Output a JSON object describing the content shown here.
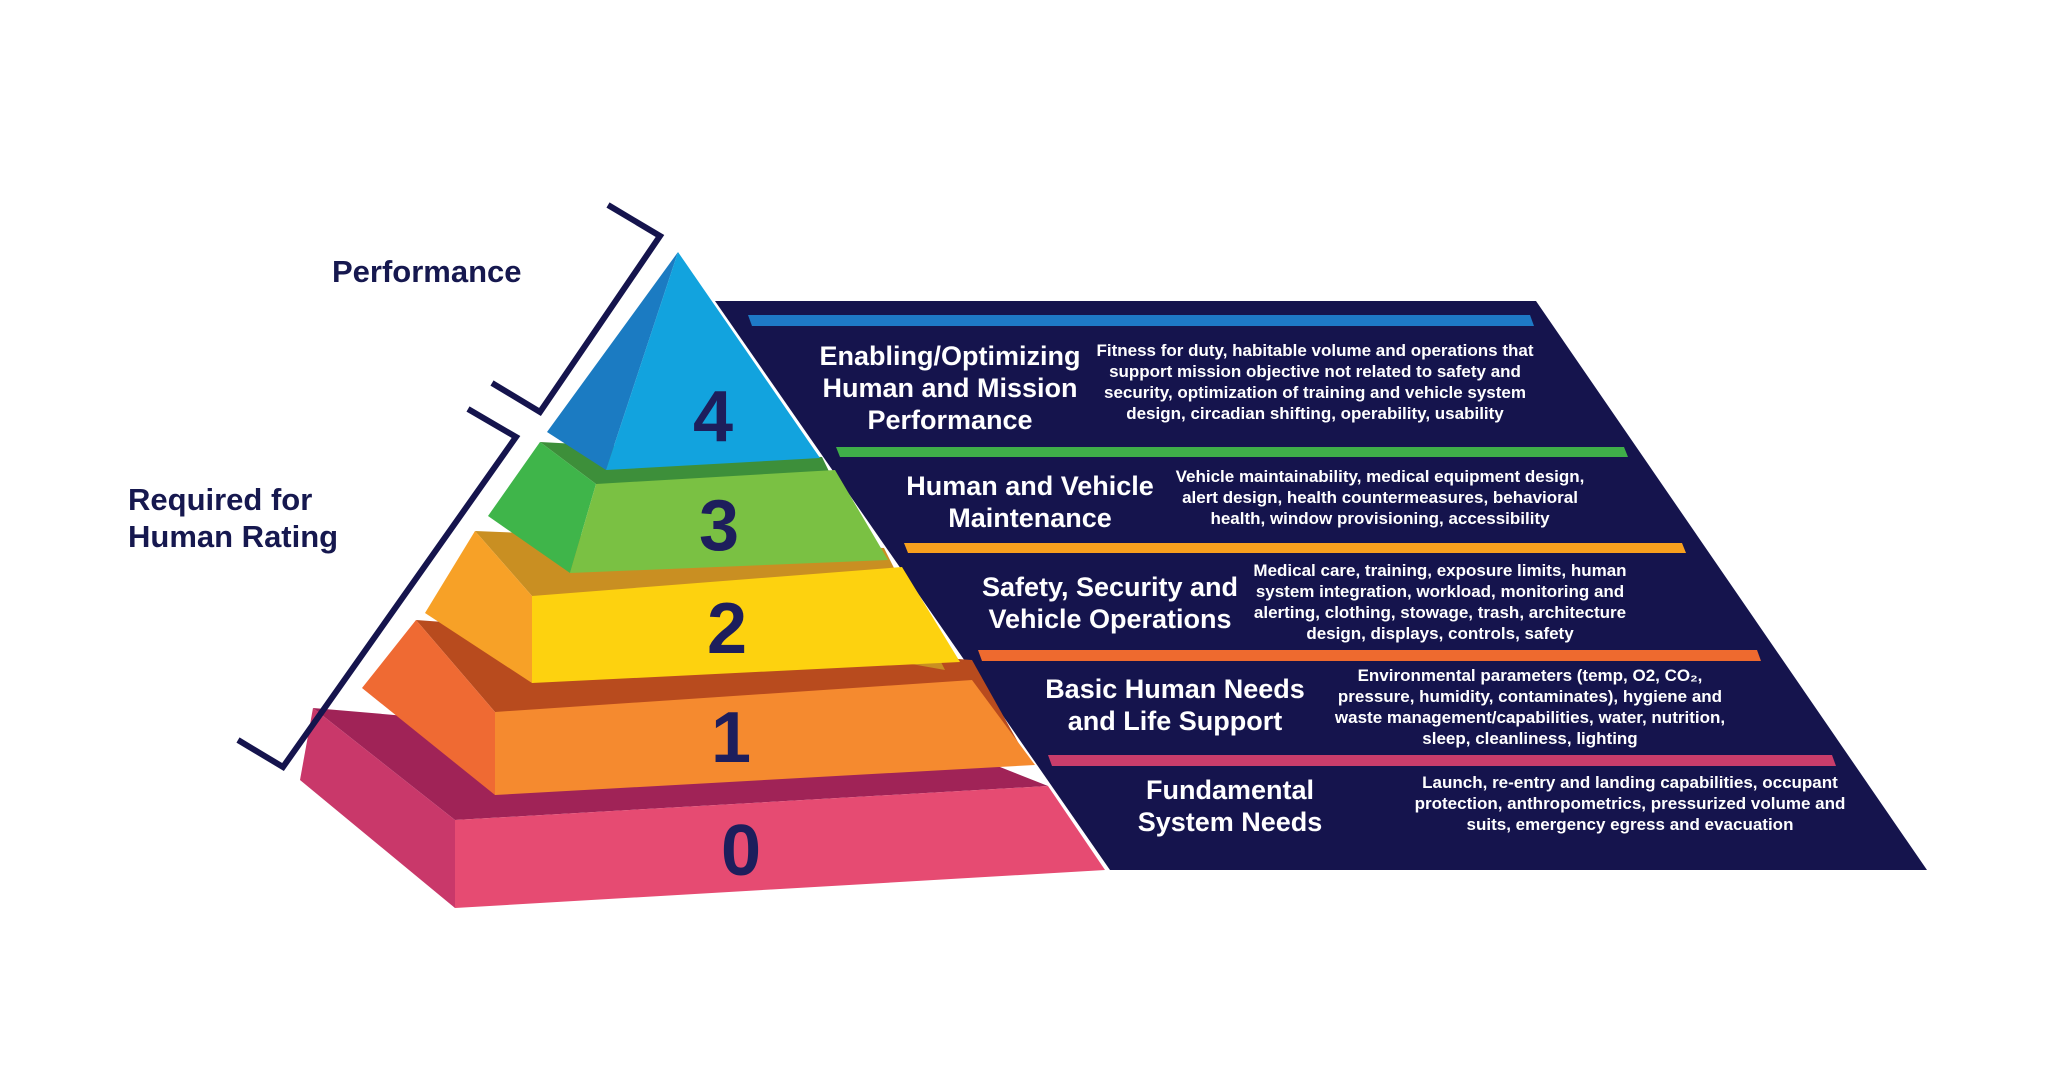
{
  "labels": {
    "performance": "Performance",
    "required": "Required for\nHuman Rating"
  },
  "colors": {
    "panel": "#15144d",
    "bracket": "#15144d",
    "number": "#1d1e5c"
  },
  "levels": [
    {
      "number": "4",
      "title": "Enabling/Optimizing\nHuman and Mission\nPerformance",
      "description": "Fitness for duty, habitable volume and operations that\nsupport mission objective not related to safety and\nsecurity, optimization of training and vehicle system\ndesign, circadian shifting, operability, usability",
      "stripe_color": "#1e79c6",
      "face_color": "#12a3de",
      "side_color": "#1b7bc2"
    },
    {
      "number": "3",
      "title": "Human and Vehicle\nMaintenance",
      "description": "Vehicle maintainability, medical equipment design,\nalert design, health countermeasures, behavioral\nhealth, window provisioning, accessibility",
      "stripe_color": "#3fae49",
      "face_color": "#7ac143",
      "side_color": "#3fb54a"
    },
    {
      "number": "2",
      "title": "Safety, Security and\nVehicle Operations",
      "description": "Medical care, training, exposure limits, human\nsystem integration, workload, monitoring and\nalerting, clothing, stowage, trash, architecture\ndesign, displays, controls, safety",
      "stripe_color": "#f8a01e",
      "face_color": "#fdd20f",
      "side_color": "#f7a127"
    },
    {
      "number": "1",
      "title": "Basic Human Needs\nand Life Support",
      "description": "Environmental parameters (temp, O2, CO₂,\npressure, humidity, contaminates), hygiene and\nwaste management/capabilities, water, nutrition,\nsleep, cleanliness, lighting",
      "stripe_color": "#ee6a2f",
      "face_color": "#f58a2f",
      "side_color": "#ef6a33"
    },
    {
      "number": "0",
      "title": "Fundamental\nSystem Needs",
      "description": "Launch, re-entry and landing capabilities, occupant\nprotection, anthropometrics, pressurized volume and\nsuits, emergency egress and evacuation",
      "stripe_color": "#c93d6b",
      "face_color": "#e64b72",
      "side_color": "#c9386a"
    }
  ]
}
